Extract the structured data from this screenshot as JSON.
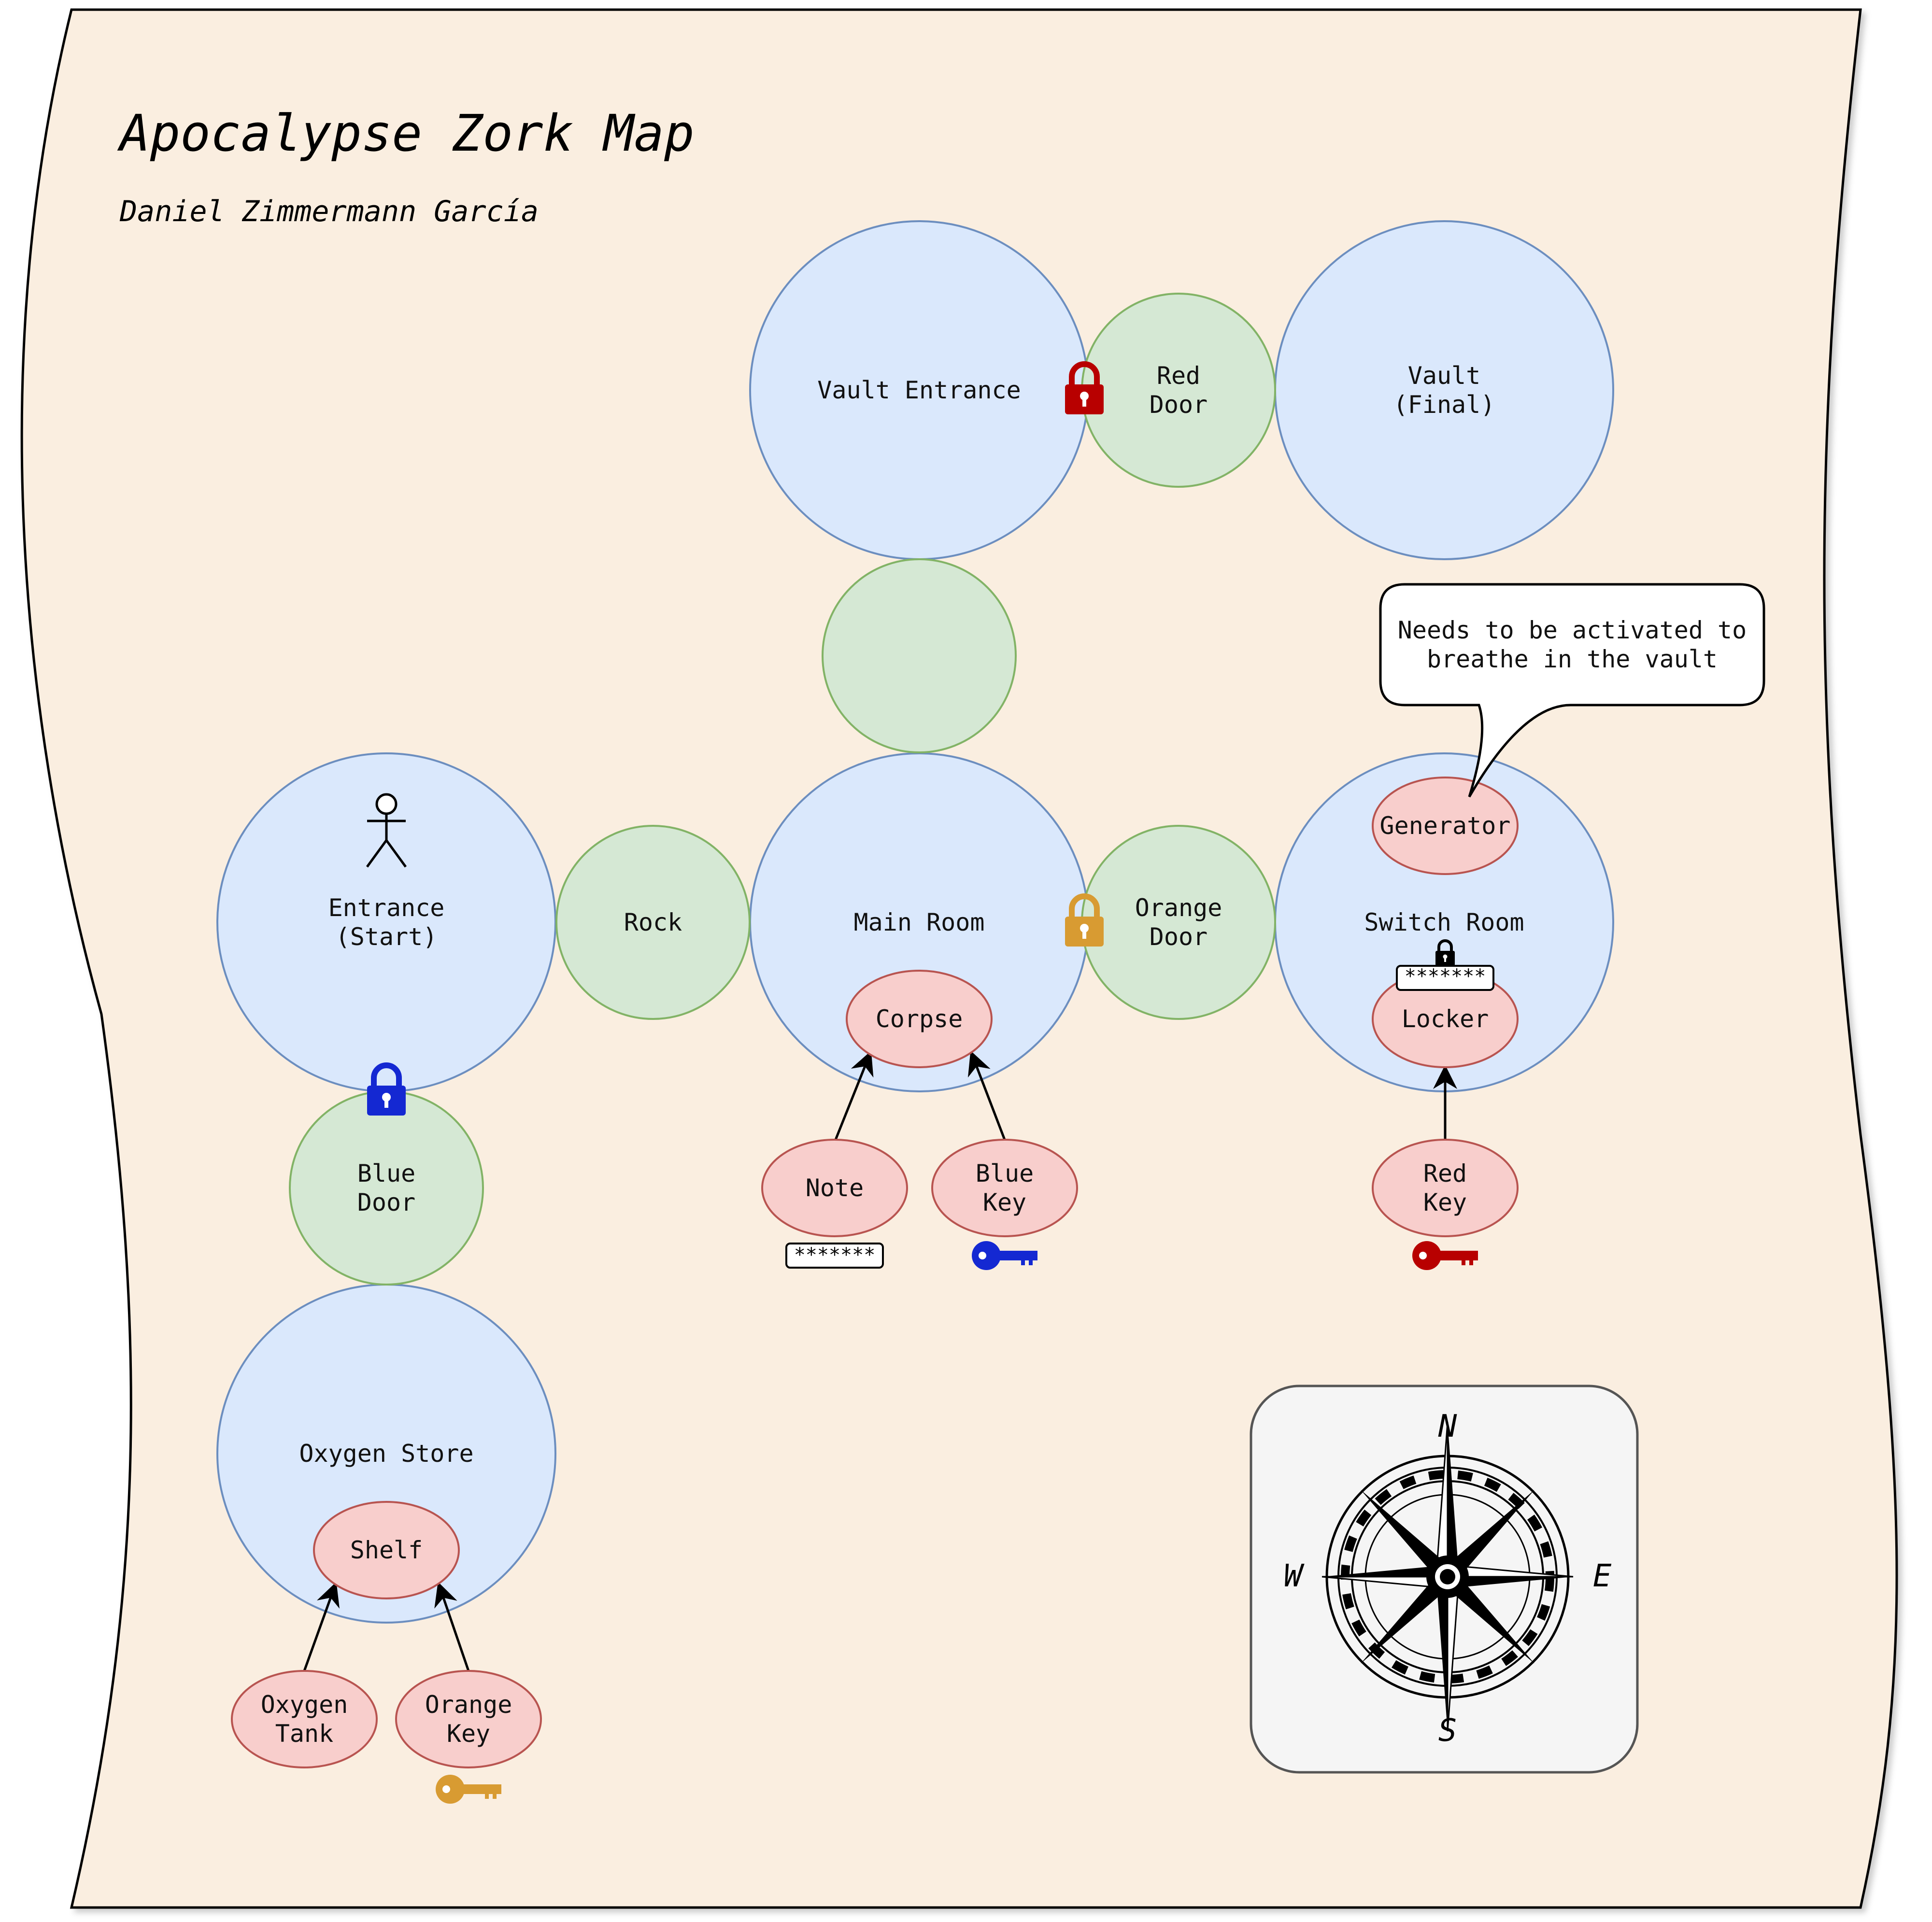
{
  "title": "Apocalypse Zork Map",
  "author": "Daniel Zimmermann García",
  "colors": {
    "paper": "#faeee0",
    "paper_stroke": "#000000",
    "room_fill": "#dae8fc",
    "room_stroke": "#6c8ebf",
    "door_fill": "#d5e8d4",
    "door_stroke": "#82b366",
    "item_fill": "#f8cecc",
    "item_stroke": "#b85450",
    "blue": "#1428d2",
    "orange": "#d89b32",
    "red": "#b80000",
    "compass_bg": "#f5f5f5"
  },
  "rooms": [
    {
      "id": "vault-entrance",
      "lines": [
        "Vault Entrance"
      ]
    },
    {
      "id": "vault-final",
      "lines": [
        "Vault",
        "(Final)"
      ]
    },
    {
      "id": "entrance-start",
      "lines": [
        "Entrance",
        "(Start)"
      ]
    },
    {
      "id": "main-room",
      "lines": [
        "Main Room"
      ]
    },
    {
      "id": "switch-room",
      "lines": [
        "Switch Room"
      ]
    },
    {
      "id": "oxygen-store",
      "lines": [
        "Oxygen Store"
      ]
    }
  ],
  "doors": [
    {
      "id": "red-door",
      "lines": [
        "Red",
        "Door"
      ]
    },
    {
      "id": "passage",
      "lines": []
    },
    {
      "id": "rock",
      "lines": [
        "Rock"
      ]
    },
    {
      "id": "orange-door",
      "lines": [
        "Orange",
        "Door"
      ]
    },
    {
      "id": "blue-door",
      "lines": [
        "Blue",
        "Door"
      ]
    }
  ],
  "items": [
    {
      "id": "generator",
      "lines": [
        "Generator"
      ]
    },
    {
      "id": "corpse",
      "lines": [
        "Corpse"
      ]
    },
    {
      "id": "locker",
      "lines": [
        "Locker"
      ]
    },
    {
      "id": "note",
      "lines": [
        "Note"
      ]
    },
    {
      "id": "blue-key",
      "lines": [
        "Blue",
        "Key"
      ]
    },
    {
      "id": "red-key",
      "lines": [
        "Red",
        "Key"
      ]
    },
    {
      "id": "shelf",
      "lines": [
        "Shelf"
      ]
    },
    {
      "id": "oxygen-tank",
      "lines": [
        "Oxygen",
        "Tank"
      ]
    },
    {
      "id": "orange-key",
      "lines": [
        "Orange",
        "Key"
      ]
    }
  ],
  "callout": {
    "lines": [
      "Needs to be activated to",
      "breathe in the vault"
    ]
  },
  "password_mask": "*******",
  "compass": {
    "n": "N",
    "s": "S",
    "e": "E",
    "w": "W"
  }
}
